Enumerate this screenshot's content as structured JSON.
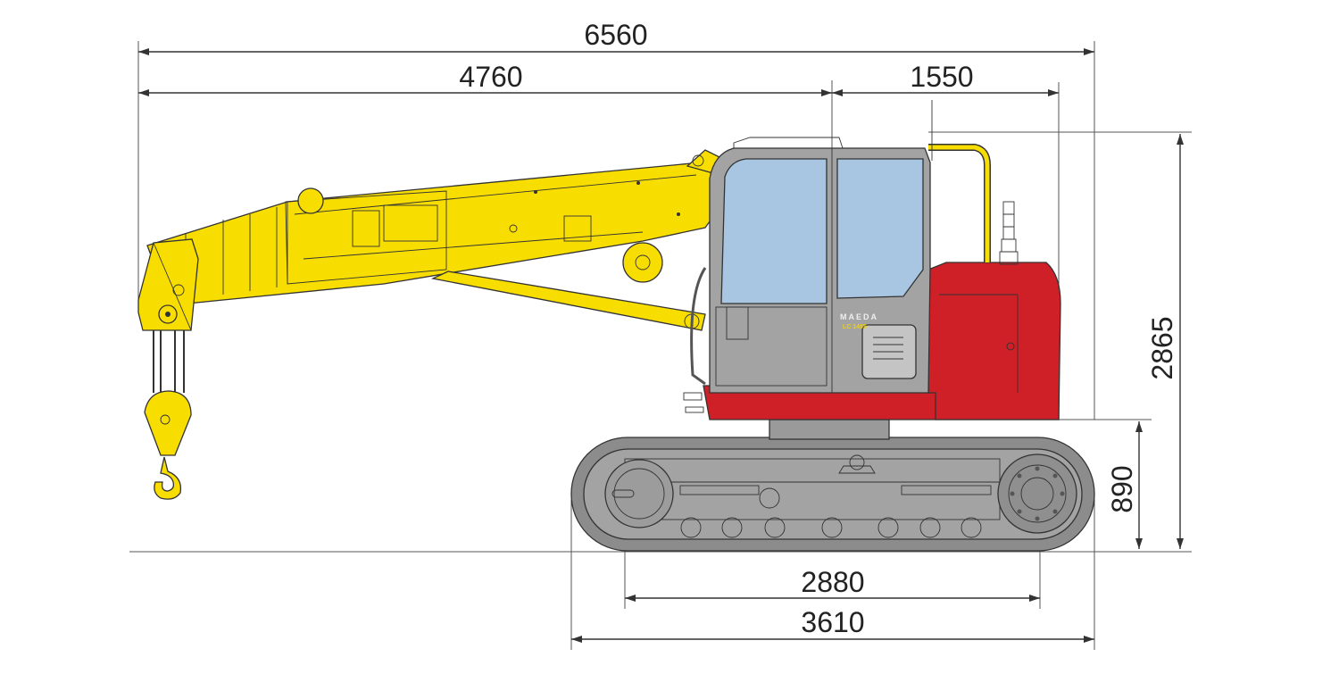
{
  "brand": {
    "maker_text": "MAEDA",
    "model_text": "LC 1485"
  },
  "colors": {
    "boom_yellow": "#f7dd00",
    "body_red": "#cf2027",
    "cabin_gray": "#a3a3a3",
    "window_blue": "#a8c6e2",
    "track_gray": "#8c8c8c",
    "line_dark": "#333333"
  },
  "dimensions": {
    "overall_length": "6560",
    "boom_to_slew_center": "4760",
    "tail_radius": "1550",
    "overall_height": "2865",
    "track_height": "890",
    "tumbler_distance": "2880",
    "track_length": "3610"
  }
}
